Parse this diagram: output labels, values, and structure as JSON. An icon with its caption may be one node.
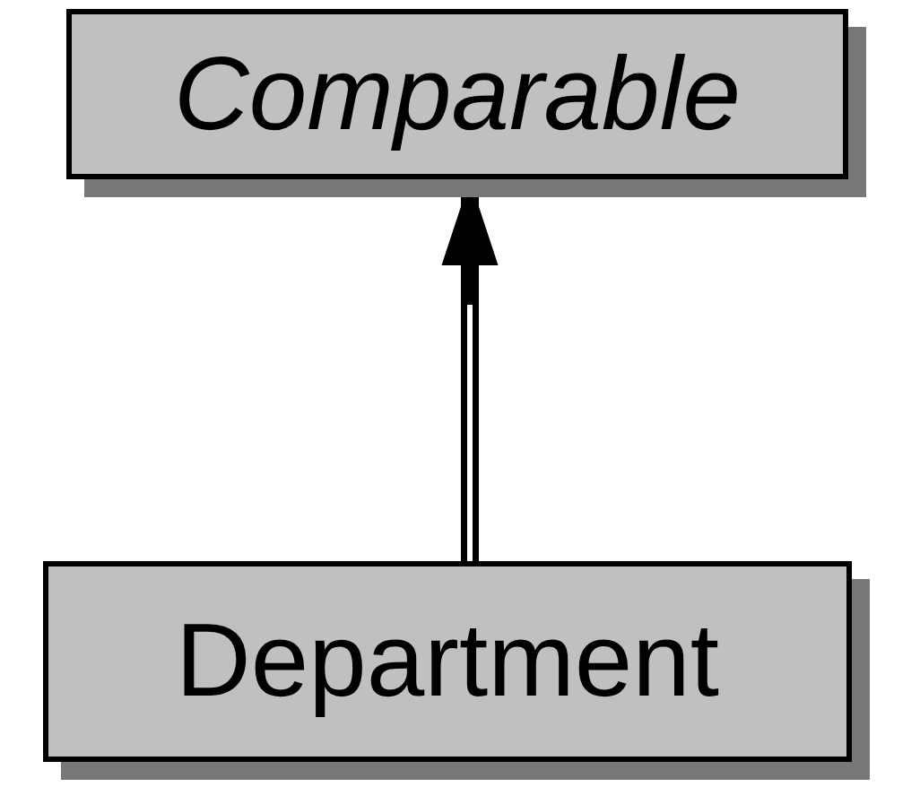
{
  "diagram": {
    "nodes": [
      {
        "text": [
          "Comparable"
        ]
      },
      {
        "text": [
          "Department"
        ]
      }
    ],
    "edges": [
      {
        "from": 1,
        "to": 0,
        "arrow": "to"
      }
    ]
  }
}
